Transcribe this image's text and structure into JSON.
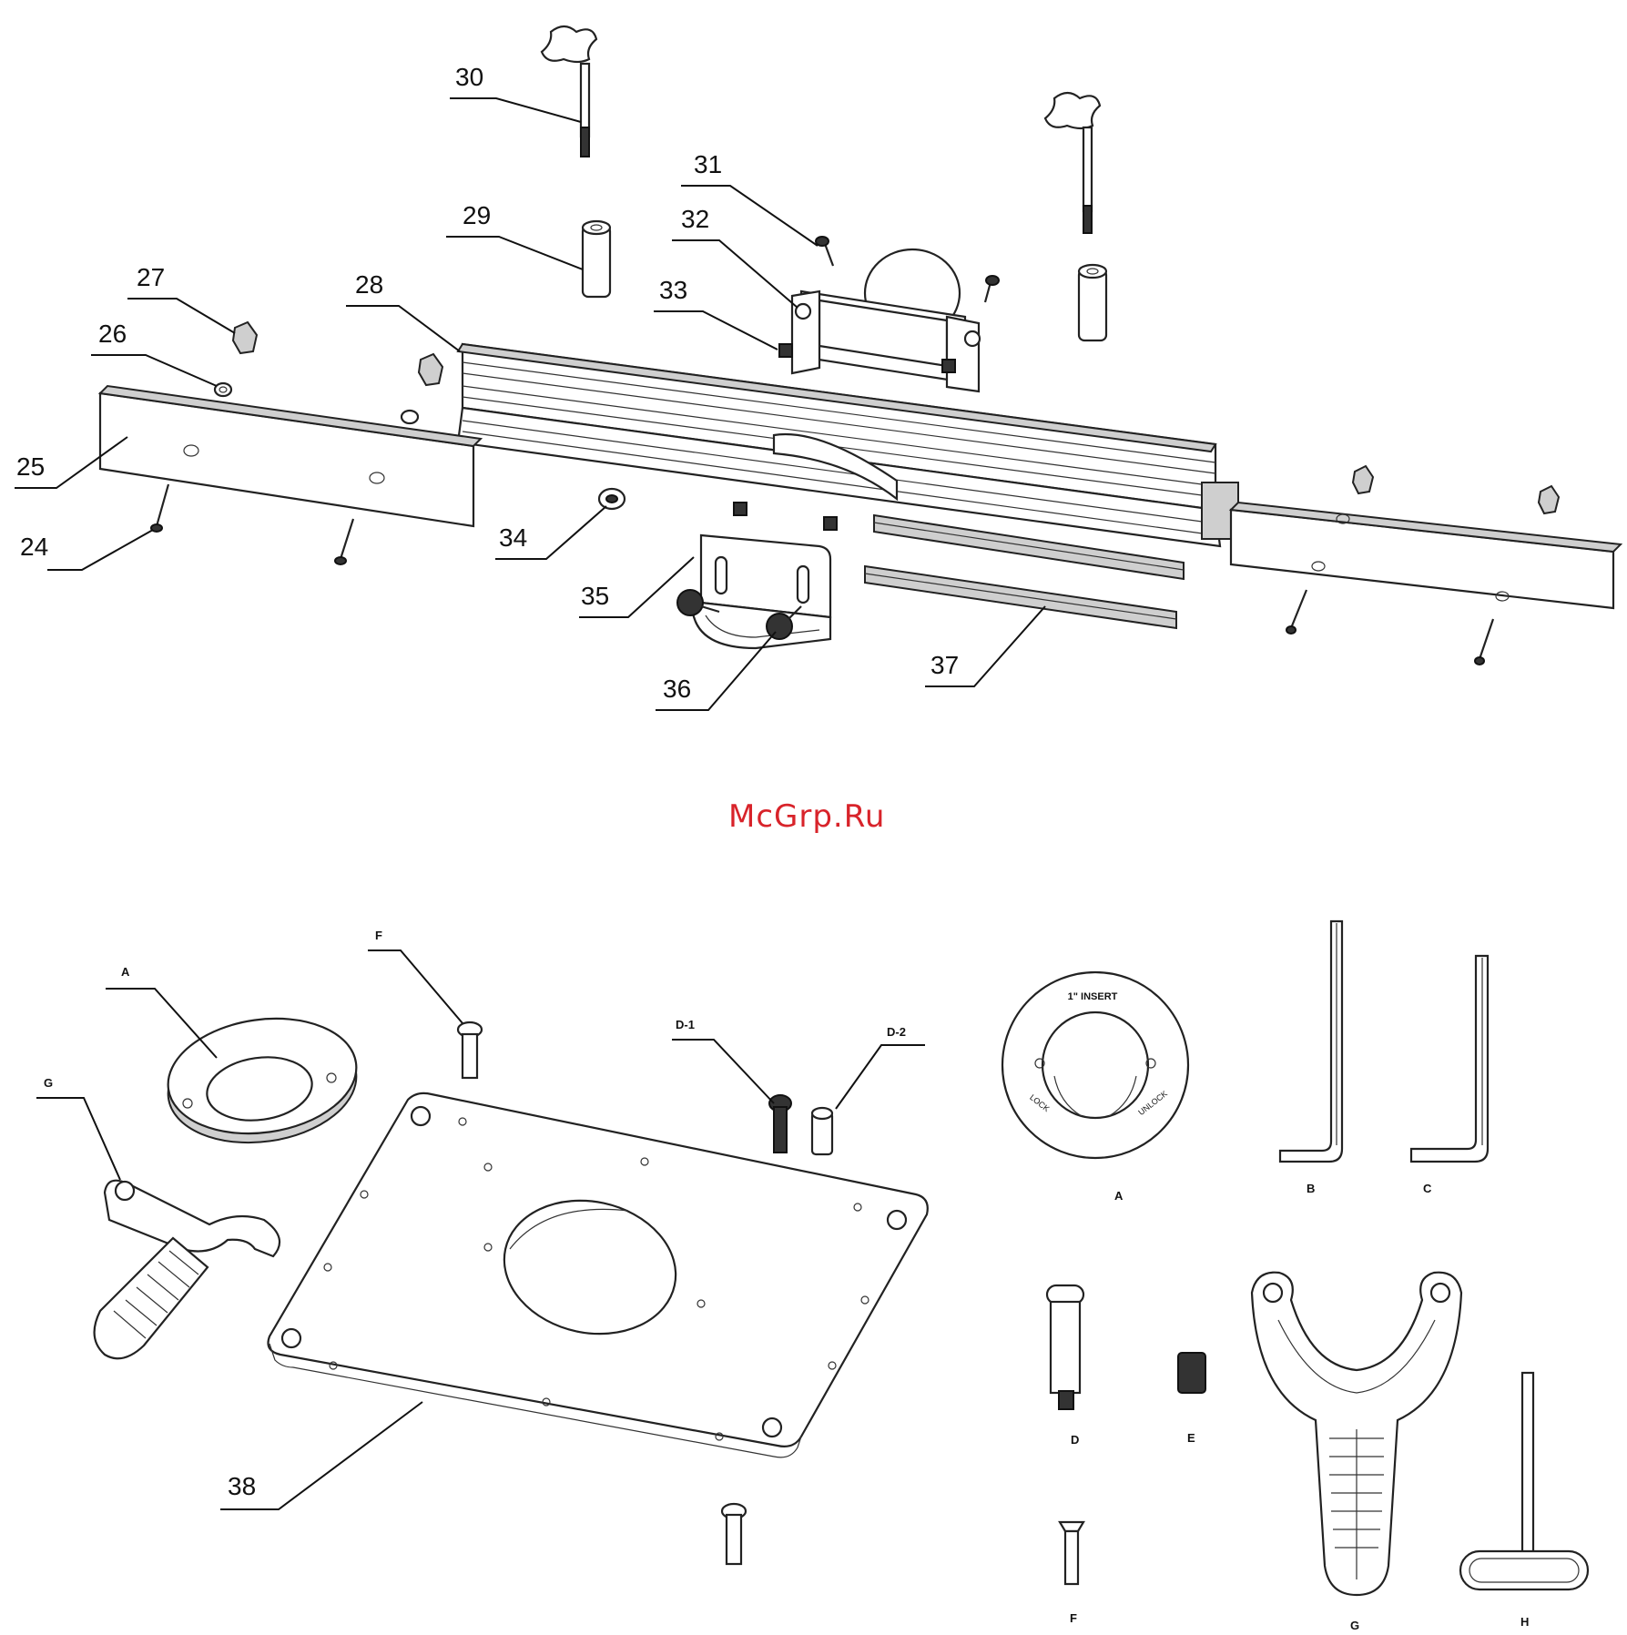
{
  "watermark": "McGrp.Ru",
  "labels": {
    "p24": "24",
    "p25": "25",
    "p26": "26",
    "p27": "27",
    "p28": "28",
    "p29": "29",
    "p30": "30",
    "p31": "31",
    "p32": "32",
    "p33": "33",
    "p34": "34",
    "p35": "35",
    "p36": "36",
    "p37": "37",
    "p38": "38",
    "A": "A",
    "G": "G",
    "F": "F",
    "D1": "D-1",
    "D2": "D-2"
  },
  "accessory_labels": {
    "A": "A",
    "B": "B",
    "C": "C",
    "D": "D",
    "E": "E",
    "F": "F",
    "G": "G",
    "H": "H"
  },
  "ring_text": {
    "top": "1\" INSERT",
    "left": "LOCK",
    "right": "UNLOCK"
  }
}
